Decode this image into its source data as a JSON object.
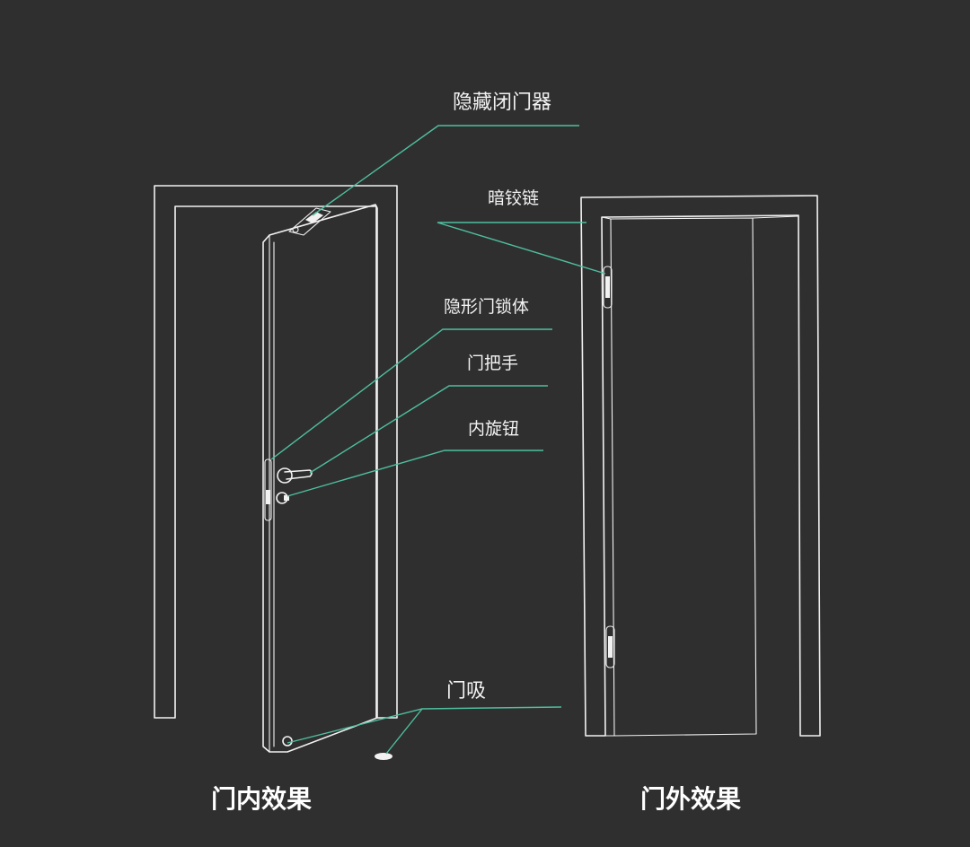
{
  "colors": {
    "background": "#2f2f2f",
    "line_art": "#f2f2f2",
    "leader": "#4fbf9f",
    "caption": "#ffffff"
  },
  "callouts": {
    "concealed_closer": "隐藏闭门器",
    "concealed_hinge": "暗铰链",
    "hidden_lock_body": "隐形门锁体",
    "door_handle": "门把手",
    "inner_knob": "内旋钮",
    "door_stopper": "门吸"
  },
  "captions": {
    "inside_view": "门内效果",
    "outside_view": "门外效果"
  }
}
